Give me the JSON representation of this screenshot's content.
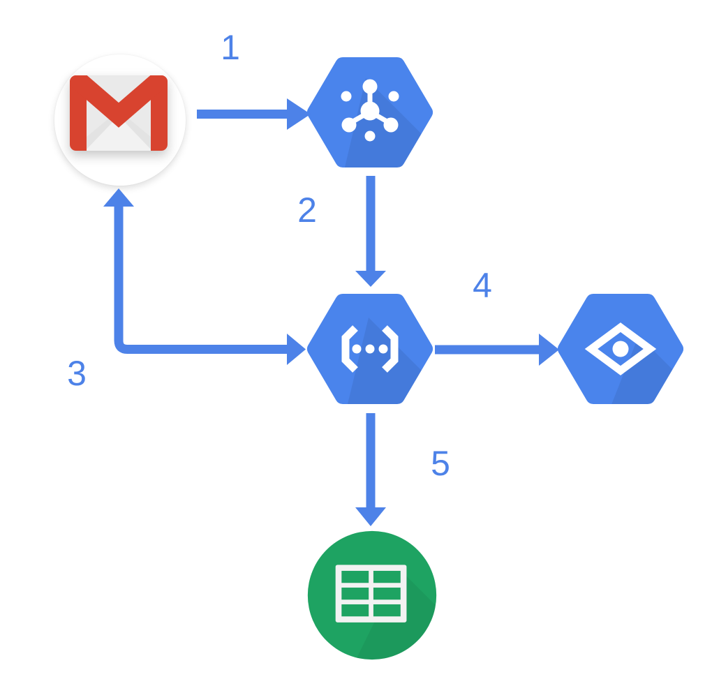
{
  "diagram": {
    "nodes": [
      {
        "id": "gmail",
        "icon": "gmail-envelope-icon",
        "shape": "circle",
        "color": "#D8432F"
      },
      {
        "id": "pubsub",
        "icon": "pubsub-hub-icon",
        "shape": "hexagon",
        "color": "#4A84EC"
      },
      {
        "id": "functions",
        "icon": "code-brackets-icon",
        "shape": "hexagon",
        "color": "#4A84EC"
      },
      {
        "id": "vision",
        "icon": "eye-diamond-icon",
        "shape": "hexagon",
        "color": "#4A84EC"
      },
      {
        "id": "sheets",
        "icon": "spreadsheet-grid-icon",
        "shape": "circle",
        "color": "#1EA362"
      }
    ],
    "edges": [
      {
        "label": "1",
        "from": "gmail",
        "to": "pubsub",
        "bidirectional": false
      },
      {
        "label": "2",
        "from": "pubsub",
        "to": "functions",
        "bidirectional": false
      },
      {
        "label": "3",
        "from": "functions",
        "to": "gmail",
        "bidirectional": true
      },
      {
        "label": "4",
        "from": "functions",
        "to": "vision",
        "bidirectional": false
      },
      {
        "label": "5",
        "from": "functions",
        "to": "sheets",
        "bidirectional": false
      }
    ],
    "colors": {
      "arrow": "#4D82E8",
      "label": "#4D82E8",
      "hexagon": "#4A84EC",
      "gmail_red": "#D8432F",
      "envelope_gray": "#ECECEC",
      "sheets_green": "#1EA362",
      "node_icon_white": "#FFFFFF",
      "background": "#FFFFFF"
    }
  }
}
